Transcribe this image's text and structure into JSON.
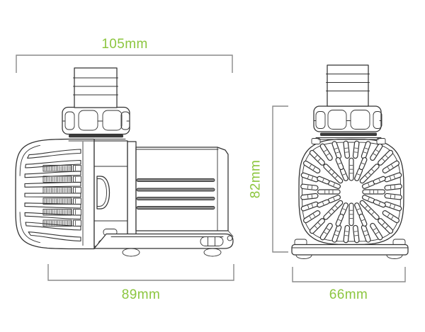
{
  "diagram": {
    "dimension_labels": {
      "top_width": "105mm",
      "bottom_length": "89mm",
      "side_height": "82mm",
      "front_width": "66mm"
    },
    "colors": {
      "accent_green": "#8CC63F",
      "drawing_line": "#333333",
      "dimension_line": "#8A8A8A",
      "background": "#FFFFFF"
    }
  }
}
